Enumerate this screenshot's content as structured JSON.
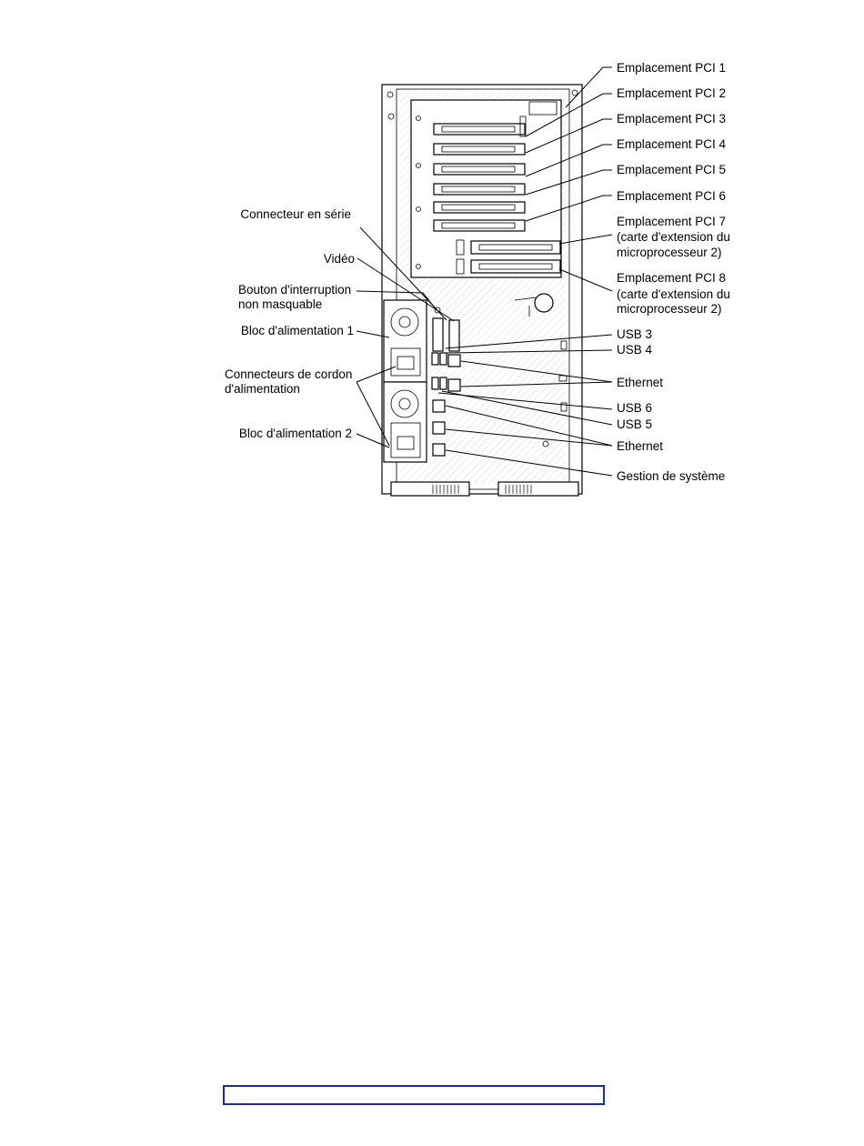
{
  "labels": {
    "pci1": "Emplacement PCI 1",
    "pci2": "Emplacement PCI 2",
    "pci3": "Emplacement PCI 3",
    "pci4": "Emplacement PCI 4",
    "pci5": "Emplacement PCI 5",
    "pci6": "Emplacement PCI 6",
    "pci7": [
      "Emplacement PCI 7",
      "(carte d'extension du",
      "microprocesseur 2)"
    ],
    "pci8": [
      "Emplacement PCI 8",
      "(carte d'extension du",
      "microprocesseur 2)"
    ],
    "usb3": "USB 3",
    "usb4": "USB 4",
    "ethernet_top": "Ethernet",
    "usb6": "USB 6",
    "usb5": "USB 5",
    "ethernet_bottom": "Ethernet",
    "systems_management": "Gestion de système",
    "serial": "Connecteur en série",
    "video": "Vidéo",
    "nmi": [
      "Bouton d'interruption",
      "non masquable"
    ],
    "psu1": "Bloc d'alimentation 1",
    "power_cord": [
      "Connecteurs de cordon",
      "d'alimentation"
    ],
    "psu2": "Bloc d'alimentation 2"
  }
}
